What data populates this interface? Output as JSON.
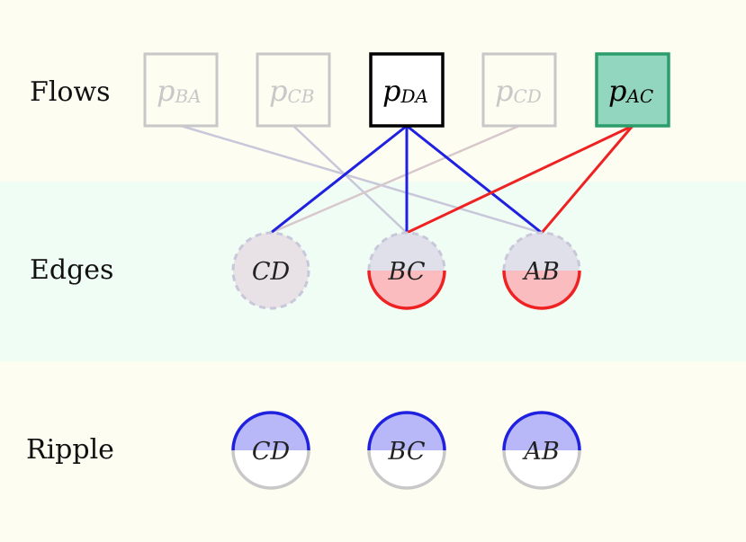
{
  "rows": {
    "flows": "Flows",
    "edges": "Edges",
    "ripple": "Ripple"
  },
  "colors": {
    "background": "#fdfdf2",
    "edges_band": "#f0fdf4",
    "active_blue": "#2020e0",
    "active_red": "#ee2222",
    "inactive_line": "#c8c8da",
    "inactive_line_red": "#d8c8cc",
    "flow_gray": "#c8c8c8",
    "flow_green_fill": "#93d6bf",
    "flow_green_border": "#2a9d6a",
    "ripple_blue_fill": "#b8b8f8",
    "red_fill": "#fbbcc0",
    "gray_fill": "#e0e0ea"
  },
  "flows": [
    {
      "id": "BA",
      "main": "p",
      "sub": "BA",
      "state": "inactive"
    },
    {
      "id": "CB",
      "main": "p",
      "sub": "CB",
      "state": "inactive"
    },
    {
      "id": "DA",
      "main": "p",
      "sub": "DA",
      "state": "selected"
    },
    {
      "id": "CD",
      "main": "p",
      "sub": "CD",
      "state": "inactive"
    },
    {
      "id": "AC",
      "main": "p",
      "sub": "AC",
      "state": "highlighted"
    }
  ],
  "edges": [
    {
      "id": "CD",
      "label": "CD",
      "style": "dashed-gray"
    },
    {
      "id": "BC",
      "label": "BC",
      "style": "half-red"
    },
    {
      "id": "AB",
      "label": "AB",
      "style": "half-red"
    }
  ],
  "ripple": [
    {
      "id": "CD",
      "label": "CD"
    },
    {
      "id": "BC",
      "label": "BC"
    },
    {
      "id": "AB",
      "label": "AB"
    }
  ],
  "connections": [
    {
      "from": "BA",
      "to": "AB",
      "color": "inactive"
    },
    {
      "from": "CB",
      "to": "BC",
      "color": "inactive"
    },
    {
      "from": "CD",
      "to": "CD",
      "color": "inactive_red"
    },
    {
      "from": "DA",
      "to": "CD",
      "color": "blue"
    },
    {
      "from": "DA",
      "to": "BC",
      "color": "blue"
    },
    {
      "from": "DA",
      "to": "AB",
      "color": "blue"
    },
    {
      "from": "AC",
      "to": "BC",
      "color": "red"
    },
    {
      "from": "AC",
      "to": "AB",
      "color": "red"
    }
  ]
}
